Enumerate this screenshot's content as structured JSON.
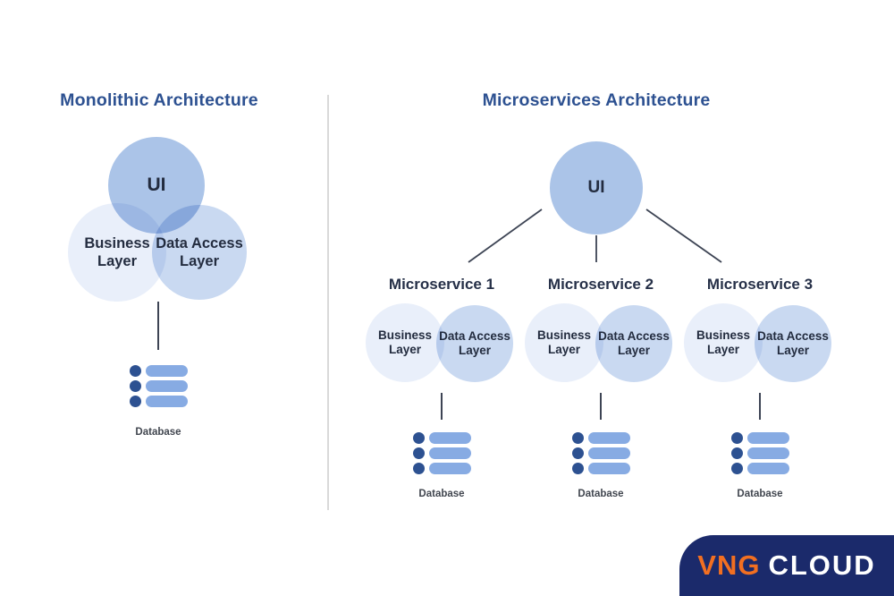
{
  "monolithic": {
    "title": "Monolithic Architecture",
    "ui_label": "UI",
    "business_label": "Business Layer",
    "data_access_label": "Data Access Layer",
    "database_label": "Database"
  },
  "microservices": {
    "title": "Microservices Architecture",
    "ui_label": "UI",
    "services": [
      {
        "name": "Microservice 1",
        "business_label": "Business Layer",
        "data_access_label": "Data Access Layer",
        "database_label": "Database"
      },
      {
        "name": "Microservice 2",
        "business_label": "Business Layer",
        "data_access_label": "Data Access Layer",
        "database_label": "Database"
      },
      {
        "name": "Microservice 3",
        "business_label": "Business Layer",
        "data_access_label": "Data Access Layer",
        "database_label": "Database"
      }
    ]
  },
  "logo": {
    "brand": "VNG",
    "product": "CLOUD"
  },
  "colors": {
    "heading_blue": "#2d5191",
    "ui_circle": "#abc4e8",
    "business_circle": "#e9effa",
    "data_access_circle": "#c9d9f1",
    "db_dot": "#2d5191",
    "db_bar": "#87abe3",
    "connector_line": "#3d4454",
    "divider_gray": "#d9d9d9",
    "logo_navy": "#1b2a6b",
    "logo_orange": "#f26f21"
  }
}
